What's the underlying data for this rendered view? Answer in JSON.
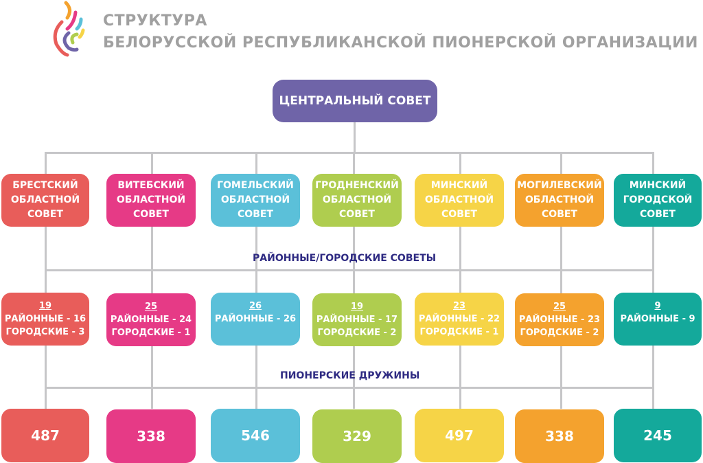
{
  "header": {
    "title_line1": "СТРУКТУРА",
    "title_line2": "БЕЛОРУССКОЙ РЕСПУБЛИКАНСКОЙ ПИОНЕРСКОЙ ОРГАНИЗАЦИИ",
    "logo_icon": "flame-stripes-logo"
  },
  "central": {
    "label": "ЦЕНТРАЛЬНЫЙ СОВЕТ",
    "color": "#6f64a8"
  },
  "section_labels": {
    "district_councils": "РАЙОННЫЕ/ГОРОДСКИЕ СОВЕТЫ",
    "pioneer_squads": "ПИОНЕРСКИЕ ДРУЖИНЫ"
  },
  "regions": [
    {
      "line1": "БРЕСТСКИЙ",
      "line2": "ОБЛАСТНОЙ",
      "line3": "СОВЕТ",
      "color": "#e85d5a",
      "total": "19",
      "district": "РАЙОННЫЕ - 16",
      "city": "ГОРОДСКИЕ - 3",
      "squads": "487"
    },
    {
      "line1": "ВИТЕБСКИЙ",
      "line2": "ОБЛАСТНОЙ",
      "line3": "СОВЕТ",
      "color": "#e63a86",
      "total": "25",
      "district": "РАЙОННЫЕ - 24",
      "city": "ГОРОДСКИЕ - 1",
      "squads": "338"
    },
    {
      "line1": "ГОМЕЛЬСКИЙ",
      "line2": "ОБЛАСТНОЙ",
      "line3": "СОВЕТ",
      "color": "#5bc0d9",
      "total": "26",
      "district": "РАЙОННЫЕ - 26",
      "city": "",
      "squads": "546"
    },
    {
      "line1": "ГРОДНЕНСКИЙ",
      "line2": "ОБЛАСТНОЙ",
      "line3": "СОВЕТ",
      "color": "#afcd4f",
      "total": "19",
      "district": "РАЙОННЫЕ - 17",
      "city": "ГОРОДСКИЕ - 2",
      "squads": "329"
    },
    {
      "line1": "МИНСКИЙ",
      "line2": "ОБЛАСТНОЙ",
      "line3": "СОВЕТ",
      "color": "#f6d447",
      "total": "23",
      "district": "РАЙОННЫЕ - 22",
      "city": "ГОРОДСКИЕ - 1",
      "squads": "497"
    },
    {
      "line1": "МОГИЛЕВСКИЙ",
      "line2": "ОБЛАСТНОЙ",
      "line3": "СОВЕТ",
      "color": "#f4a22e",
      "total": "25",
      "district": "РАЙОННЫЕ - 23",
      "city": "ГОРОДСКИЕ - 2",
      "squads": "338"
    },
    {
      "line1": "МИНСКИЙ",
      "line2": "ГОРОДСКОЙ",
      "line3": "СОВЕТ",
      "color": "#14a99b",
      "total": "9",
      "district": "РАЙОННЫЕ - 9",
      "city": "",
      "squads": "245"
    }
  ],
  "colors": {
    "connector": "#c6c6c8",
    "title_gray": "#a0a0a0",
    "section_label": "#2e2a82"
  }
}
